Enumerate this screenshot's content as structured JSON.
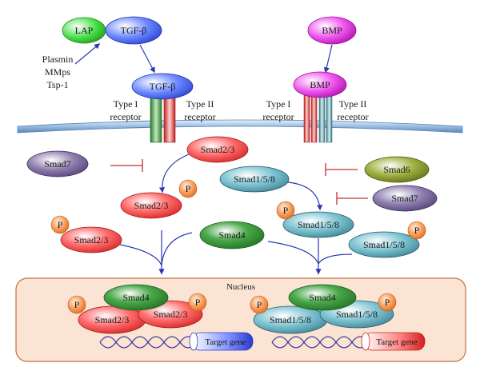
{
  "ligands": {
    "lap": "LAP",
    "tgfb": "TGF-β",
    "bmp": "BMP",
    "activators": [
      "Plasmin",
      "MMps",
      "Tsp-1"
    ]
  },
  "receptors": {
    "tgfb_ligand": "TGF-β",
    "bmp_ligand": "BMP",
    "type1": [
      "Type I",
      "receptor"
    ],
    "type2": [
      "Type II",
      "receptor"
    ]
  },
  "left_pathway": {
    "smad7": "Smad7",
    "smad23": "Smad2/3",
    "smad23_phos": "Smad2/3",
    "smad23_free": "Smad2/3",
    "p": "P"
  },
  "right_pathway": {
    "smad6": "Smad6",
    "smad7": "Smad7",
    "smad158": "Smad1/5/8",
    "smad158_phos": "Smad1/5/8",
    "smad158_free": "Smad1/5/8",
    "p": "P"
  },
  "center": {
    "smad4": "Smad4"
  },
  "nucleus": {
    "title": "Nucleus",
    "left_complex": {
      "smad4": "Smad4",
      "a": "Smad2/3",
      "b": "Smad2/3",
      "p": "P"
    },
    "right_complex": {
      "smad4": "Smad4",
      "a": "Smad1/5/8",
      "b": "Smad1/5/8",
      "p": "P"
    },
    "target_gene": "Target gene"
  },
  "colors": {
    "lap": "#33cc33",
    "tgfb": "#3355ee",
    "bmp": "#dd22cc",
    "smad_red": "#ee3333",
    "smad_teal": "#4a9aaa",
    "smad4_green": "#2e8b2e",
    "smad67": "#6a5a8a",
    "smad6_olive": "#7a8a2a",
    "phospho": "#f58a3a",
    "membrane": "#9bbde0",
    "nucleus_fill": "#fbe4d4",
    "nucleus_border": "#c07040",
    "arrow": "#2a3ab0",
    "inhibit": "#c03030"
  }
}
